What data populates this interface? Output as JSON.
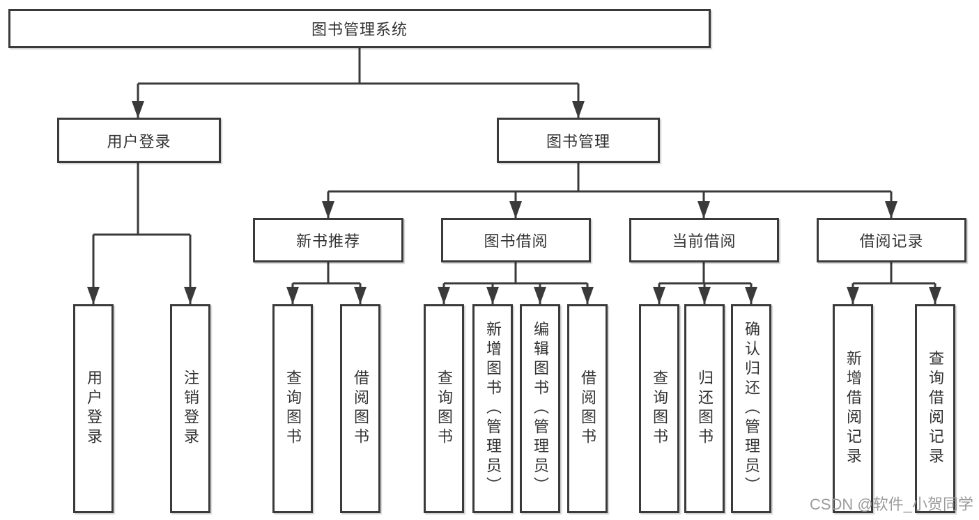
{
  "diagram": {
    "title": "图书管理系统",
    "root": {
      "label": "图书管理系统"
    },
    "branches": [
      {
        "label": "用户登录",
        "children": [
          {
            "label": "用户登录"
          },
          {
            "label": "注销登录"
          }
        ]
      },
      {
        "label": "图书管理",
        "children": [
          {
            "label": "新书推荐",
            "children": [
              {
                "label": "查询图书"
              },
              {
                "label": "借阅图书"
              }
            ]
          },
          {
            "label": "图书借阅",
            "children": [
              {
                "label": "查询图书"
              },
              {
                "label": "新增图书（管理员）"
              },
              {
                "label": "编辑图书（管理员）"
              },
              {
                "label": "借阅图书"
              }
            ]
          },
          {
            "label": "当前借阅",
            "children": [
              {
                "label": "查询图书"
              },
              {
                "label": "归还图书"
              },
              {
                "label": "确认归还（管理员）"
              }
            ]
          },
          {
            "label": "借阅记录",
            "children": [
              {
                "label": "新增借阅记录"
              },
              {
                "label": "查询借阅记录"
              }
            ]
          }
        ]
      }
    ]
  },
  "watermark": {
    "text": "CSDN @软件_小贺同学"
  },
  "colors": {
    "background": "#ffffff",
    "line": "#3a3a3a",
    "box_border": "#3a3a3a",
    "box_fill": "#ffffff",
    "text": "#333333",
    "watermark": "#9c9c9c"
  }
}
